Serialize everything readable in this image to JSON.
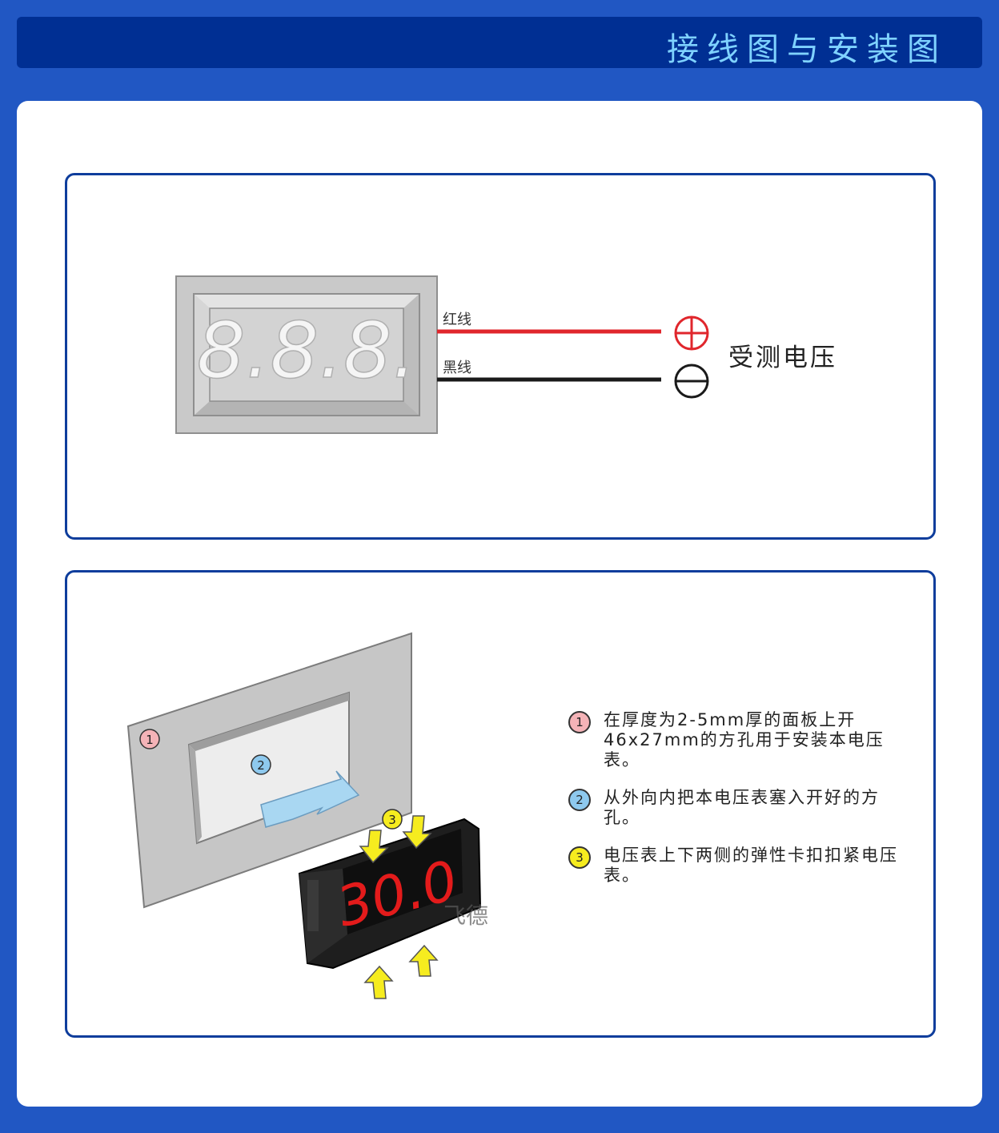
{
  "header": {
    "title": "接线图与安装图"
  },
  "wiring": {
    "display_digits": "8.8.8.",
    "red_wire_label": "红线",
    "black_wire_label": "黑线",
    "terminal_text": "受测电压",
    "colors": {
      "red_wire": "#e0262c",
      "black_wire": "#1a1a1a"
    }
  },
  "install": {
    "markers": [
      "①",
      "②",
      "③"
    ],
    "meter_reading": "30.0",
    "watermark": "飞德",
    "steps": [
      {
        "num": "1",
        "color": "#f4b3b7",
        "text": "在厚度为2-5mm厚的面板上开46x27mm的方孔用于安装本电压表。"
      },
      {
        "num": "2",
        "color": "#8ec9ee",
        "text": "从外向内把本电压表塞入开好的方孔。"
      },
      {
        "num": "3",
        "color": "#f6ec1f",
        "text": "电压表上下两侧的弹性卡扣扣紧电压表。"
      }
    ]
  }
}
